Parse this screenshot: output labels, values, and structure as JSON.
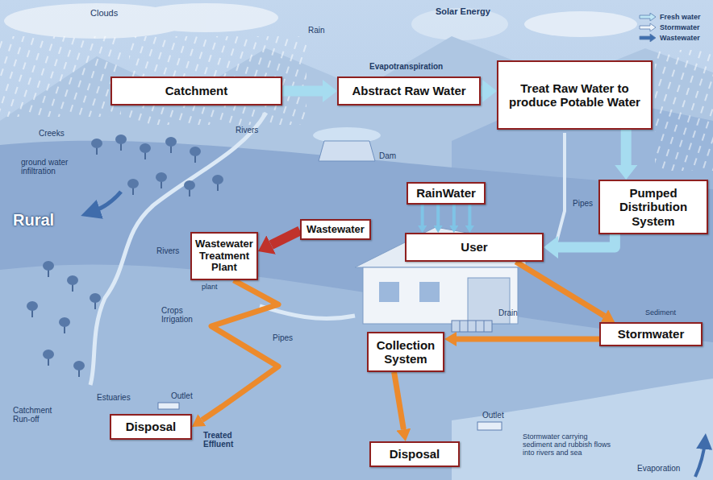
{
  "diagram": {
    "nodes": [
      {
        "text": [
          "Catchment"
        ]
      },
      {
        "text": [
          "Abstract Raw Water"
        ]
      },
      {
        "text": [
          "Treat Raw Water to produce Potable Water"
        ]
      },
      {
        "text": [
          "Pumped Distribution System"
        ]
      },
      {
        "text": [
          "RainWater"
        ]
      },
      {
        "text": [
          "User"
        ]
      },
      {
        "text": [
          "Wastewater"
        ]
      },
      {
        "text": [
          "Wastewater Treatment Plant"
        ]
      },
      {
        "text": [
          "Stormwater"
        ]
      },
      {
        "text": [
          "Collection System"
        ]
      },
      {
        "text": [
          "Disposal"
        ]
      },
      {
        "text": [
          "Disposal"
        ]
      }
    ],
    "edges": [
      {
        "from": 0,
        "to": 1,
        "arrow": "to"
      },
      {
        "from": 1,
        "to": 2,
        "arrow": "to"
      },
      {
        "from": 2,
        "to": 3,
        "arrow": "to"
      },
      {
        "from": 3,
        "to": 5,
        "arrow": "to"
      },
      {
        "from": 4,
        "to": 5,
        "arrow": "to"
      },
      {
        "from": 6,
        "to": 7,
        "arrow": "to"
      },
      {
        "from": 7,
        "to": 10,
        "arrow": "to"
      },
      {
        "from": 5,
        "to": 8,
        "arrow": "to"
      },
      {
        "from": 8,
        "to": 9,
        "arrow": "to"
      },
      {
        "from": 9,
        "to": 11,
        "arrow": "to"
      }
    ],
    "labels": [
      "Clouds",
      "Solar Energy",
      "Rain",
      "Evapotranspiration",
      "Creeks",
      "Rivers",
      "Dam",
      "Pipes",
      "ground water infiltration",
      "Rural",
      "Rivers",
      "plant",
      "Crops Irrigation",
      "Pipes",
      "Drain",
      "Sediment",
      "Estuaries",
      "Outlet",
      "Catchment Run-off",
      "Treated Effluent",
      "Outlet",
      "Stormwater carrying sediment and rubbish flows into rivers and sea",
      "Evaporation"
    ],
    "legend": [
      {
        "text": "Fresh water"
      },
      {
        "text": "Stormwater"
      },
      {
        "text": "Wastewater"
      }
    ]
  }
}
